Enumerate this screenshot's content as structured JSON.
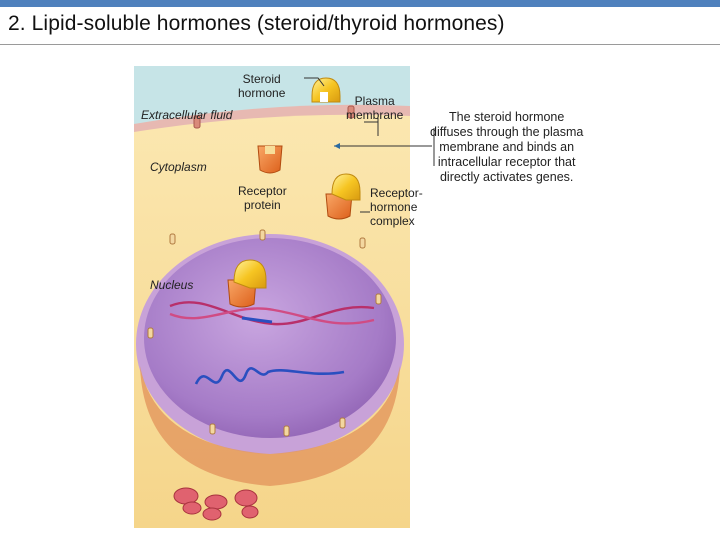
{
  "title": "2. Lipid-soluble hormones (steroid/thyroid hormones)",
  "labels": {
    "steroid_hormone": [
      "Steroid",
      "hormone"
    ],
    "extracellular_fluid": "Extracellular fluid",
    "plasma_membrane": [
      "Plasma",
      "membrane"
    ],
    "cytoplasm": "Cytoplasm",
    "receptor_protein": [
      "Receptor",
      "protein"
    ],
    "receptor_hormone_complex": [
      "Receptor-",
      "hormone",
      "complex"
    ],
    "nucleus": "Nucleus"
  },
  "description_lines": [
    "The steroid hormone",
    "diffuses through the plasma",
    "membrane and binds an",
    "intracellular receptor that",
    "directly activates genes."
  ],
  "colors": {
    "accent_bar": "#4f81bd",
    "extracellular": "#bfe0e4",
    "cytoplasm": "#f7dd9a",
    "nucleus": "#a77cc8",
    "hormone": "#f2c020",
    "receptor": "#ec7a2c",
    "dna": "#2a4fc0"
  }
}
